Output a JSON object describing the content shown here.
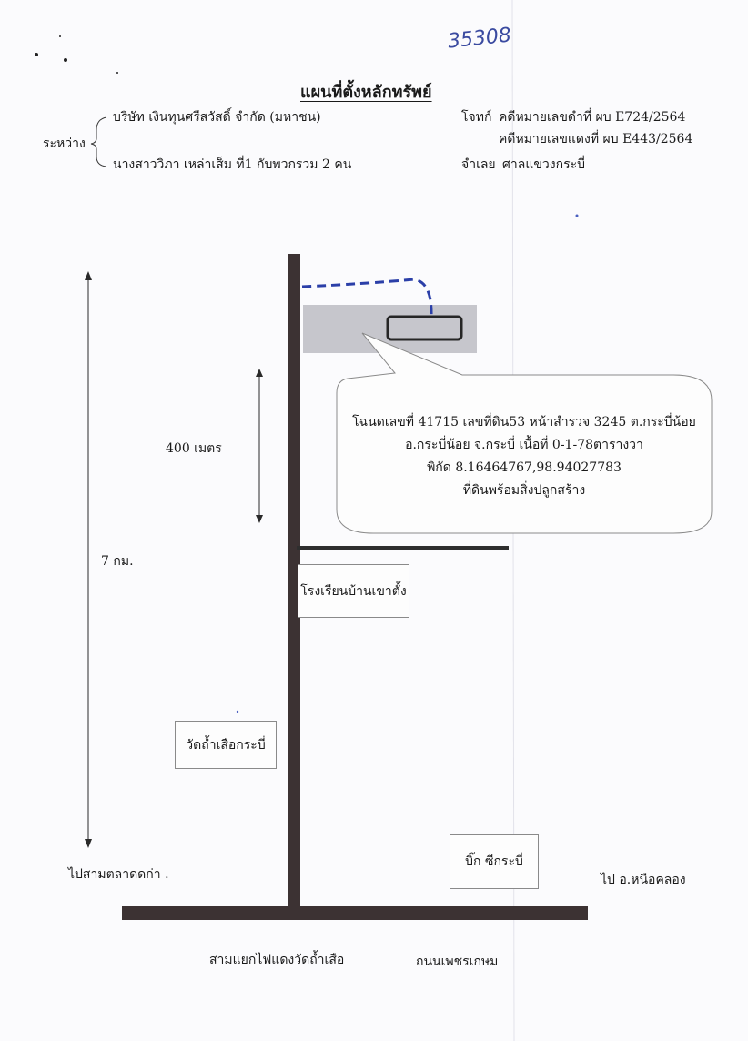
{
  "handwritten_number": "35308",
  "title": "แผนที่ตั้งหลักทรัพย์",
  "case": {
    "between_label": "ระหว่าง",
    "plaintiff": "บริษัท เงินทุนศรีสวัสดิ์ จำกัด (มหาชน)",
    "defendant": "นางสาววิภา เหล่าเส็ม ที่1 กับพวกรวม 2 คน",
    "plaintiff_label": "โจทก์",
    "black_case": "คดีหมายเลขดำที่ ผบ E724/2564",
    "red_case": "คดีหมายเลขแดงที่ ผบ E443/2564",
    "defendant_label": "จำเลย",
    "court": "ศาลแขวงกระบี่"
  },
  "property": {
    "line1": "โฉนดเลขที่ 41715 เลขที่ดิน53 หน้าสำรวจ 3245 ต.กระบี่น้อย",
    "line2": "อ.กระบี่น้อย จ.กระบี่ เนื้อที่ 0-1-78ตารางวา",
    "line3": "พิกัด 8.16464767,98.94027783",
    "line4": "ที่ดินพร้อมสิ่งปลูกสร้าง"
  },
  "distances": {
    "short": "400 เมตร",
    "long": "7 กม."
  },
  "landmarks": {
    "school": "โรงเรียนบ้านเขาตั้ง",
    "temple": "วัดถ้ำเสือกระบี่",
    "bigc": "บิ๊ก ซีกระบี่"
  },
  "directions": {
    "left": "ไปสามตลาดดก่า .",
    "right": "ไป อ.หนือคลอง"
  },
  "roads": {
    "junction": "สามแยกไฟแดงวัดถ้ำเสือ",
    "highway": "ถนนเพชรเกษม"
  },
  "colors": {
    "road": "#3c3233",
    "plot_fill": "#c6c6cc",
    "dashed_path": "#2b3fa8"
  }
}
